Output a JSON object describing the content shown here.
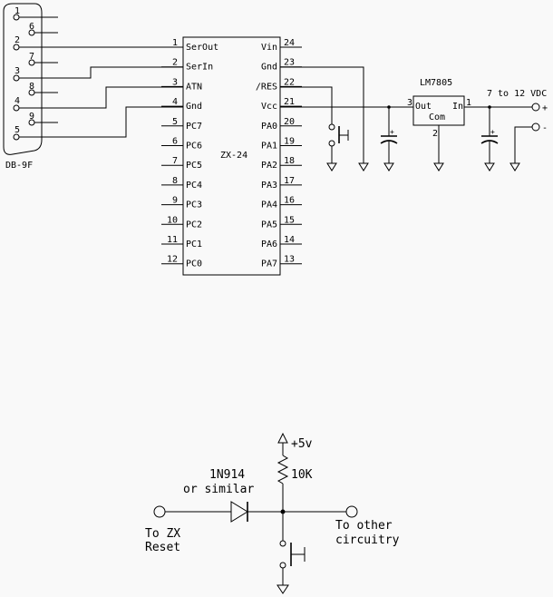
{
  "connector": {
    "label": "DB-9F",
    "pins": [
      "1",
      "2",
      "3",
      "4",
      "5",
      "6",
      "7",
      "8",
      "9"
    ]
  },
  "chip": {
    "name": "ZX-24",
    "left_pins": [
      {
        "num": "1",
        "label": "SerOut"
      },
      {
        "num": "2",
        "label": "SerIn"
      },
      {
        "num": "3",
        "label": "ATN"
      },
      {
        "num": "4",
        "label": "Gnd"
      },
      {
        "num": "5",
        "label": "PC7"
      },
      {
        "num": "6",
        "label": "PC6"
      },
      {
        "num": "7",
        "label": "PC5"
      },
      {
        "num": "8",
        "label": "PC4"
      },
      {
        "num": "9",
        "label": "PC3"
      },
      {
        "num": "10",
        "label": "PC2"
      },
      {
        "num": "11",
        "label": "PC1"
      },
      {
        "num": "12",
        "label": "PC0"
      }
    ],
    "right_pins": [
      {
        "num": "24",
        "label": "Vin"
      },
      {
        "num": "23",
        "label": "Gnd"
      },
      {
        "num": "22",
        "label": "/RES"
      },
      {
        "num": "21",
        "label": "Vcc"
      },
      {
        "num": "20",
        "label": "PA0"
      },
      {
        "num": "19",
        "label": "PA1"
      },
      {
        "num": "18",
        "label": "PA2"
      },
      {
        "num": "17",
        "label": "PA3"
      },
      {
        "num": "16",
        "label": "PA4"
      },
      {
        "num": "15",
        "label": "PA5"
      },
      {
        "num": "14",
        "label": "PA6"
      },
      {
        "num": "13",
        "label": "PA7"
      }
    ]
  },
  "regulator": {
    "name": "LM7805",
    "out_label": "Out",
    "in_label": "In",
    "com_label": "Com",
    "pin_out": "3",
    "pin_in": "1",
    "pin_com": "2"
  },
  "supply": {
    "label": "7 to 12 VDC",
    "plus": "+",
    "minus": "-"
  },
  "reset_circuit": {
    "supply_label": "+5v",
    "resistor_label": "10K",
    "diode_label_line1": "1N914",
    "diode_label_line2": "or similar",
    "left_label_line1": "To ZX",
    "left_label_line2": "Reset",
    "right_label_line1": "To other",
    "right_label_line2": "circuitry"
  }
}
